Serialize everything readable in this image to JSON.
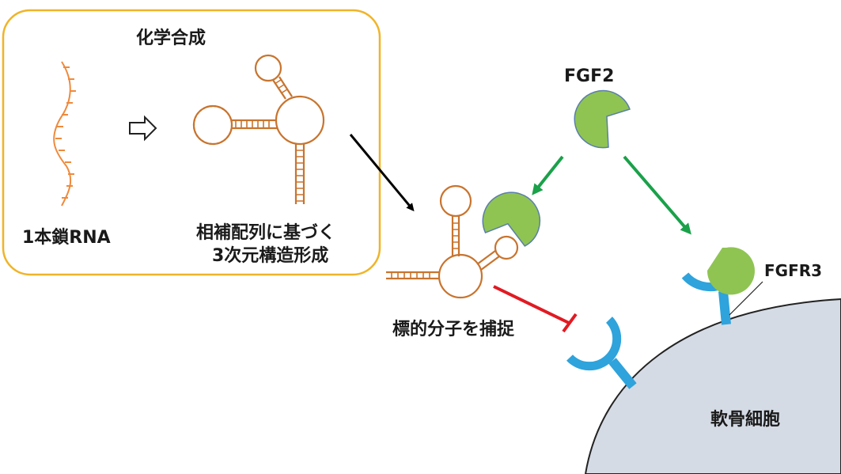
{
  "synthesis_box": {
    "title": "化学合成",
    "single_strand_label": "1本鎖RNA",
    "folding_label_line1": "相補配列に基づく",
    "folding_label_line2": "3次元構造形成"
  },
  "aptamer": {
    "label": "標的分子を捕捉"
  },
  "ligand": {
    "label": "FGF2"
  },
  "receptor": {
    "label": "FGFR3"
  },
  "cell": {
    "label": "軟骨細胞"
  },
  "colors": {
    "box_border": "#f0b429",
    "rna": "#c8742e",
    "rna_single": "#ef8a3c",
    "ligand_fill": "#8fc453",
    "ligand_stroke": "#5a7fa8",
    "receptor": "#2ea3dc",
    "activation_arrow": "#1aa14a",
    "inhibition": "#e11a22",
    "process_arrow": "#000000",
    "cell_fill": "#d5dbe5"
  }
}
